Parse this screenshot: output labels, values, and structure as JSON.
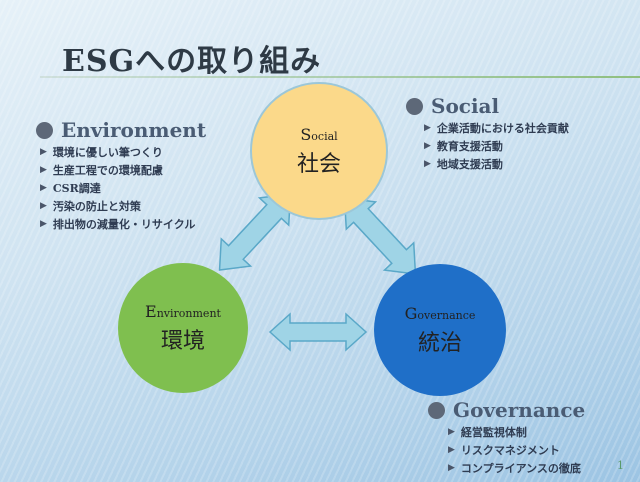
{
  "title": "ESGへの取り組み",
  "environment": {
    "heading": "Environment",
    "items": [
      "環境に優しい筆つくり",
      "生産工程での環境配慮",
      "CSR調達",
      "汚染の防止と対策",
      "排出物の減量化・リサイクル"
    ]
  },
  "social": {
    "heading": "Social",
    "items": [
      "企業活動における社会貢献",
      "教育支援活動",
      "地域支援活動"
    ]
  },
  "governance": {
    "heading": "Governance",
    "items": [
      "経営監視体制",
      "リスクマネジメント",
      "コンプライアンスの徹底"
    ]
  },
  "circles": {
    "social": {
      "initial": "S",
      "rest": "ocial",
      "jp": "社会",
      "color": "#fbd98a"
    },
    "environment": {
      "initial": "E",
      "rest": "nvironment",
      "jp": "環境",
      "color": "#7fbf4f"
    },
    "governance": {
      "initial": "G",
      "rest": "overnance",
      "jp": "統治",
      "color": "#1f6fc8"
    }
  },
  "page_number": "1",
  "bullet_marker": "▶"
}
